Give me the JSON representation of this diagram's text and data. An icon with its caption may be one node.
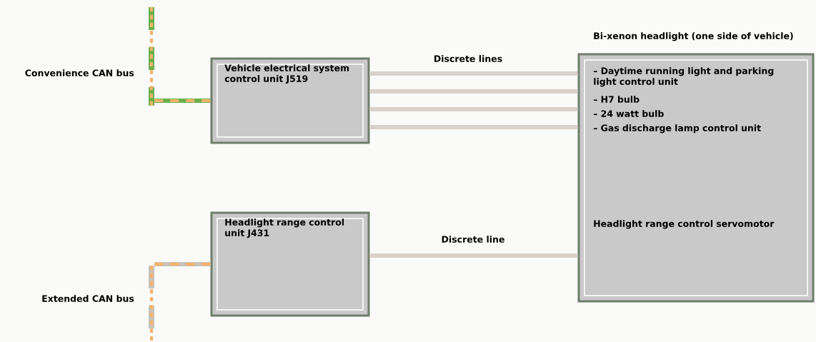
{
  "diagram": {
    "nodes": [
      {
        "text": [],
        "shape": "bar",
        "beside": [
          "Convenience CAN bus"
        ]
      },
      {
        "text": [],
        "shape": "bar",
        "beside": [
          "Extended CAN bus"
        ]
      },
      {
        "text": [
          "Vehicle electrical system control unit J519"
        ]
      },
      {
        "text": [
          "Headlight range control unit J431"
        ]
      },
      {
        "text": [
          "Bi-xenon headlight (one side of vehicle)",
          "– Daytime running light and parking light control unit",
          "– H7 bulb",
          "– 24 watt bulb",
          "– Gas discharge lamp control unit",
          "Headlight range control servomotor"
        ]
      }
    ],
    "edges": [
      {
        "from": 0,
        "to": 2,
        "arrow": "none",
        "color": "#6ab04c"
      },
      {
        "from": 1,
        "to": 3,
        "arrow": "none",
        "color": "#c9c2ba"
      },
      {
        "from": 2,
        "to": 4,
        "arrow": "none",
        "label": "Discrete lines"
      },
      {
        "from": 2,
        "to": 4,
        "arrow": "none"
      },
      {
        "from": 2,
        "to": 4,
        "arrow": "none"
      },
      {
        "from": 2,
        "to": 4,
        "arrow": "none"
      },
      {
        "from": 3,
        "to": 4,
        "arrow": "none",
        "label": "Discrete line"
      }
    ]
  }
}
